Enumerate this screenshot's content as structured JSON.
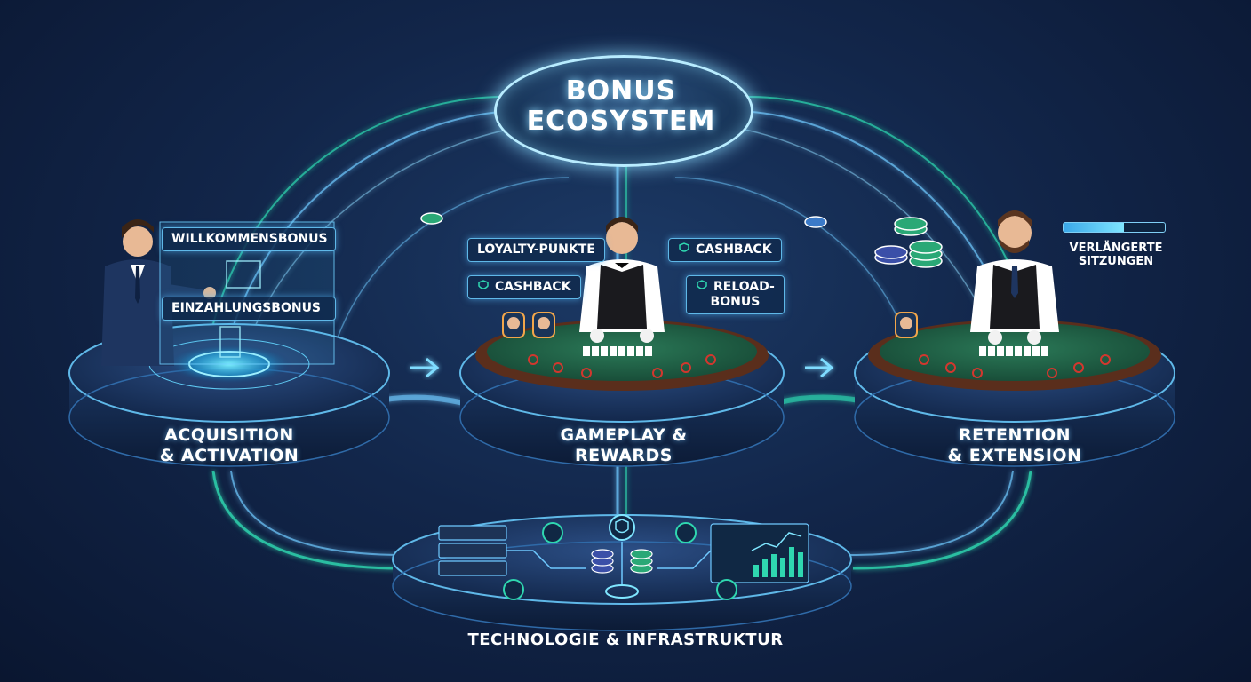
{
  "title": {
    "line1": "BONUS",
    "line2": "ECOSYSTEM"
  },
  "stages": [
    {
      "line1": "ACQUISITION",
      "line2": "& ACTIVATION"
    },
    {
      "line1": "GAMEPLAY &",
      "line2": "REWARDS"
    },
    {
      "line1": "RETENTION",
      "line2": "& EXTENSION"
    }
  ],
  "acquisition_tags": {
    "welcome": "WILLKOMMENSBONUS",
    "deposit": "EINZAHLUNGSBONUS"
  },
  "gameplay_tags": {
    "loyalty": "LOYALTY-PUNKTE",
    "cashback_left": "CASHBACK",
    "cashback_right": "CASHBACK",
    "reload_line1": "RELOAD-",
    "reload_line2": "BONUS"
  },
  "retention": {
    "sessions_line1": "VERLÄNGERTE",
    "sessions_line2": "SITZUNGEN",
    "progress": 0.6
  },
  "infrastructure": {
    "label": "TECHNOLOGIE & INFRASTRUKTUR"
  },
  "colors": {
    "glow": "#8fdcff",
    "teal": "#2fd7b0",
    "felt": "#1f5e45",
    "rail": "#5a2e1c"
  }
}
